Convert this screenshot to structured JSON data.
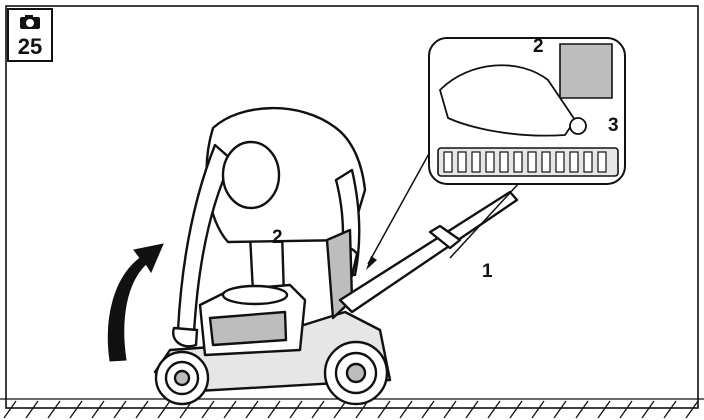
{
  "figure": {
    "number": "25",
    "callouts": {
      "handle": "1",
      "grass_bag_flap": "2",
      "inset_flap": "2",
      "inset_lever": "3"
    }
  },
  "icons": {
    "badge": "camera-icon",
    "motion": "lift-arrow-icon",
    "pointer": "pointer-arrow-icon"
  },
  "colors": {
    "line": "#111111",
    "background": "#ffffff",
    "fill_light": "#e6e6e6",
    "fill_mid": "#bdbdbd"
  }
}
